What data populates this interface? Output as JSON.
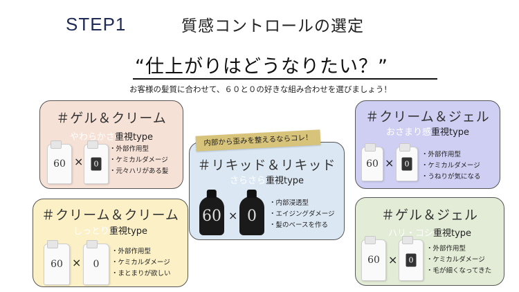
{
  "header": {
    "step": "STEP1",
    "title": "質感コントロールの選定",
    "question": "“仕上がりはどうなりたい？”",
    "subtitle": "お客様の髪質に合わせて、６０と０の好きな組み合わせを選びましょう！"
  },
  "colors": {
    "navy": "#1f2a55",
    "peach": "#f6e1d6",
    "yellow": "#fbf0c6",
    "blue": "#dbe8f4",
    "lavender": "#cfcff4",
    "green": "#e3ecd6",
    "ribbon": "#d8c37a"
  },
  "cards": {
    "gel_cream": {
      "title": "＃ゲル＆クリーム",
      "accent": "やわらかさ",
      "suffix": "重視type",
      "times": "×",
      "bullets": [
        "・外部作用型",
        "・ケミカルダメージ",
        "・元々ハリがある髪"
      ],
      "products": [
        "60",
        "0"
      ]
    },
    "cream_cream": {
      "title": "＃クリーム＆クリーム",
      "accent": "しっとり",
      "suffix": "重視type",
      "times": "×",
      "bullets": [
        "・外部作用型",
        "・ケミカルダメージ",
        "・まとまりが欲しい"
      ],
      "products": [
        "60",
        "0"
      ]
    },
    "liquid_liquid": {
      "ribbon": "内部から歪みを整えるならコレ！",
      "title": "＃リキッド＆リキッド",
      "accent": "さらさら",
      "suffix": "重視type",
      "times": "×",
      "bullets": [
        "・内部浸透型",
        "・エイジングダメージ",
        "・髪のベースを作る"
      ],
      "products": [
        "60",
        "0"
      ]
    },
    "cream_gel": {
      "title": "＃クリーム＆ジェル",
      "accent": "おさまり感",
      "suffix": "重視type",
      "times": "×",
      "bullets": [
        "・外部作用型",
        "・ケミカルダメージ",
        "・うねりが気になる"
      ],
      "products": [
        "60",
        "0"
      ]
    },
    "gel_gel": {
      "title": "＃ゲル＆ジェル",
      "accent": "ハリ・コシ",
      "suffix": "重視type",
      "times": "×",
      "bullets": [
        "・外部作用型",
        "・ケミカルダメージ",
        "・毛が細くなってきた"
      ],
      "products": [
        "60",
        "0"
      ]
    }
  }
}
